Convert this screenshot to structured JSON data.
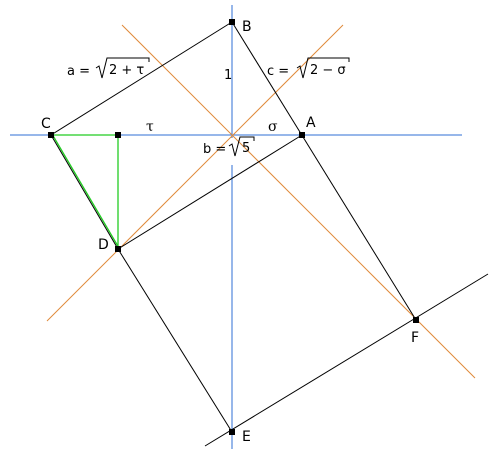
{
  "points": {
    "A": "A",
    "B": "B",
    "C": "C",
    "D": "D",
    "E": "E",
    "F": "F"
  },
  "labels": {
    "a_prefix": "a = ",
    "a_radicand": "2 + τ",
    "c_prefix": "c = ",
    "c_radicand": "2 − σ",
    "b_prefix": "b = ",
    "b_radicand": "5",
    "one": "1",
    "tau": "τ",
    "sigma": "σ"
  },
  "colors": {
    "axis": "#2f6fd6",
    "diagonal": "#e08a3a",
    "triangle": "#22cc22",
    "stroke": "#000000",
    "background": "#ffffff"
  }
}
